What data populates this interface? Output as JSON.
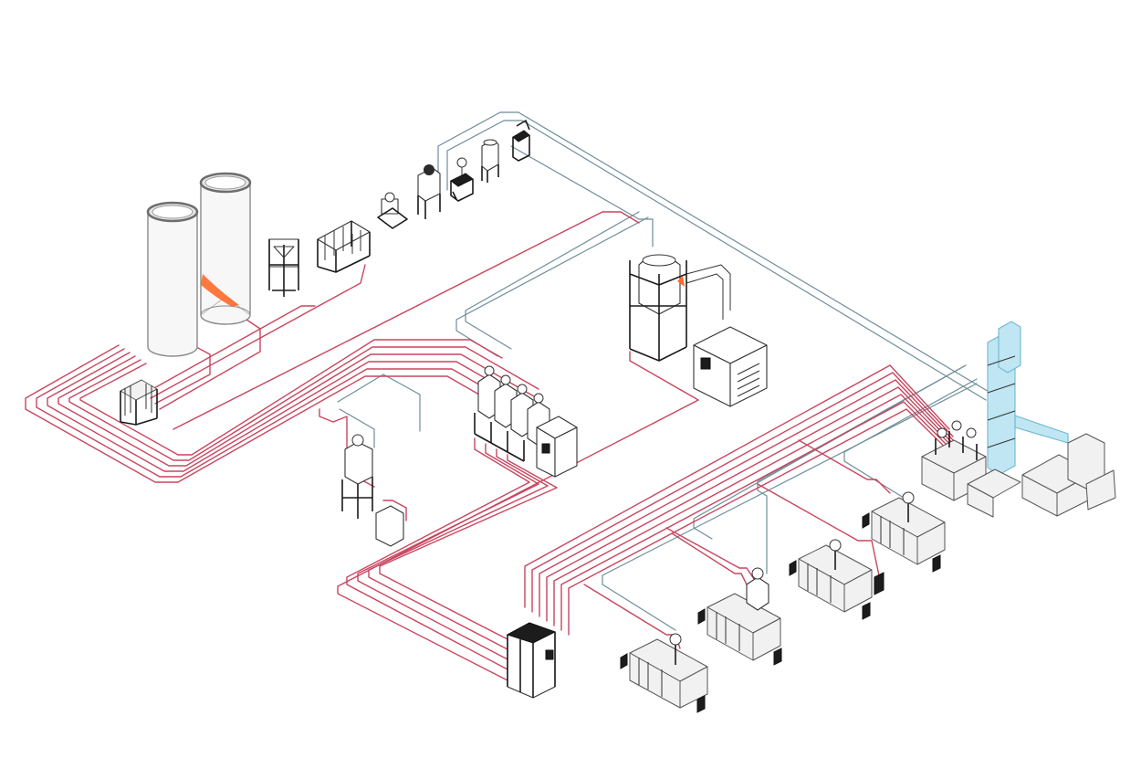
{
  "colors": {
    "background": "#ffffff",
    "material_line": "#c9455e",
    "vacuum_line": "#6e8e99",
    "equipment_outline": "#1a1a1a",
    "hopper_tower": "#bfe6f2",
    "silo_accent": "#ff6a2a"
  },
  "equipment": [
    {
      "id": "storage-silo-left",
      "kind": "silo"
    },
    {
      "id": "storage-silo-right",
      "kind": "silo"
    },
    {
      "id": "silo-discharge-station",
      "kind": "frame"
    },
    {
      "id": "bag-unloading-station",
      "kind": "frame"
    },
    {
      "id": "octabin-station",
      "kind": "frame"
    },
    {
      "id": "small-loader-1",
      "kind": "loader"
    },
    {
      "id": "small-loader-2",
      "kind": "loader"
    },
    {
      "id": "small-loader-3",
      "kind": "loader"
    },
    {
      "id": "small-loader-4",
      "kind": "loader"
    },
    {
      "id": "small-loader-5",
      "kind": "loader"
    },
    {
      "id": "central-dryer-hopper",
      "kind": "dryer"
    },
    {
      "id": "dehumidifier-unit",
      "kind": "cabinet"
    },
    {
      "id": "multi-hopper-dryer",
      "kind": "dryer"
    },
    {
      "id": "blender-station",
      "kind": "loader"
    },
    {
      "id": "gaylord-box",
      "kind": "bin"
    },
    {
      "id": "extrusion-tower",
      "kind": "tower"
    },
    {
      "id": "injection-machine-1",
      "kind": "machine"
    },
    {
      "id": "injection-machine-2",
      "kind": "machine"
    },
    {
      "id": "injection-machine-3",
      "kind": "machine"
    },
    {
      "id": "injection-machine-4",
      "kind": "machine"
    }
  ]
}
